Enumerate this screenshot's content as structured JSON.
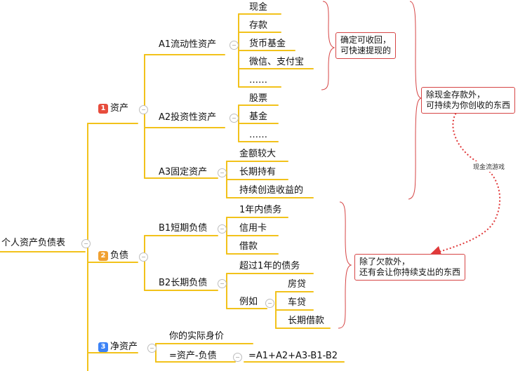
{
  "root": {
    "label": "个人资产负债表"
  },
  "assets": {
    "badge": "1",
    "badge_color": "#e74c3c",
    "label": "资产",
    "liquid": {
      "label": "A1流动性资产",
      "items": [
        "现金",
        "存款",
        "货币基金",
        "微信、支付宝",
        "……"
      ]
    },
    "invest": {
      "label": "A2投资性资产",
      "items": [
        "股票",
        "基金",
        "……"
      ]
    },
    "fixed": {
      "label": "A3固定资产",
      "items": [
        "金额较大",
        "长期持有",
        "持续创造收益的"
      ]
    }
  },
  "liabilities": {
    "badge": "2",
    "badge_color": "#f0a030",
    "label": "负债",
    "short": {
      "label": "B1短期负债",
      "items": [
        "1年内债务",
        "信用卡",
        "借款"
      ]
    },
    "long": {
      "label": "B2长期负债",
      "item_over": "超过1年的债务",
      "example": {
        "label": "例如",
        "items": [
          "房贷",
          "车贷",
          "长期借款"
        ]
      }
    }
  },
  "net": {
    "badge": "3",
    "badge_color": "#3b82f6",
    "label": "净资产",
    "desc": "你的实际身价",
    "formula": "=资产-负债",
    "formula_detail": "=A1+A2+A3-B1-B2"
  },
  "notes": {
    "liquid_note": [
      "确定可收回，",
      "可快速提现的"
    ],
    "assets_note": [
      "除现金存款外，",
      "可持续为你创收的东西"
    ],
    "liab_note": [
      "除了欠款外，",
      "还有会让你持续支出的东西"
    ]
  },
  "flow_label": "现金流游戏",
  "colors": {
    "branch": "#f2c21b",
    "note_border": "#d64545",
    "arrow": "#e0393a"
  }
}
